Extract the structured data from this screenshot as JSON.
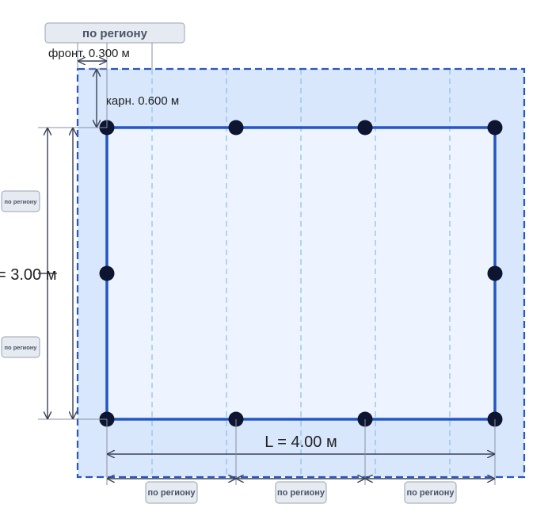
{
  "badge_label": "по региону",
  "labels": {
    "front_overhang": "фронт. 0.300 м",
    "eave_overhang": "карн. 0.600 м",
    "width_dim": "= 3.00 м",
    "length_dim": "L = 4.00 м"
  },
  "colors": {
    "roof_fill": "#d8e7fb",
    "inner_fill": "#eef4ff",
    "frame": "#2456c4",
    "roof_outline": "#2a57c0",
    "rafter": "#8ec4e6",
    "post": "#0d1530",
    "dimension": "#3a4257"
  },
  "icons": {
    "post": "filled-circle",
    "arrow": "dimension-arrow"
  }
}
